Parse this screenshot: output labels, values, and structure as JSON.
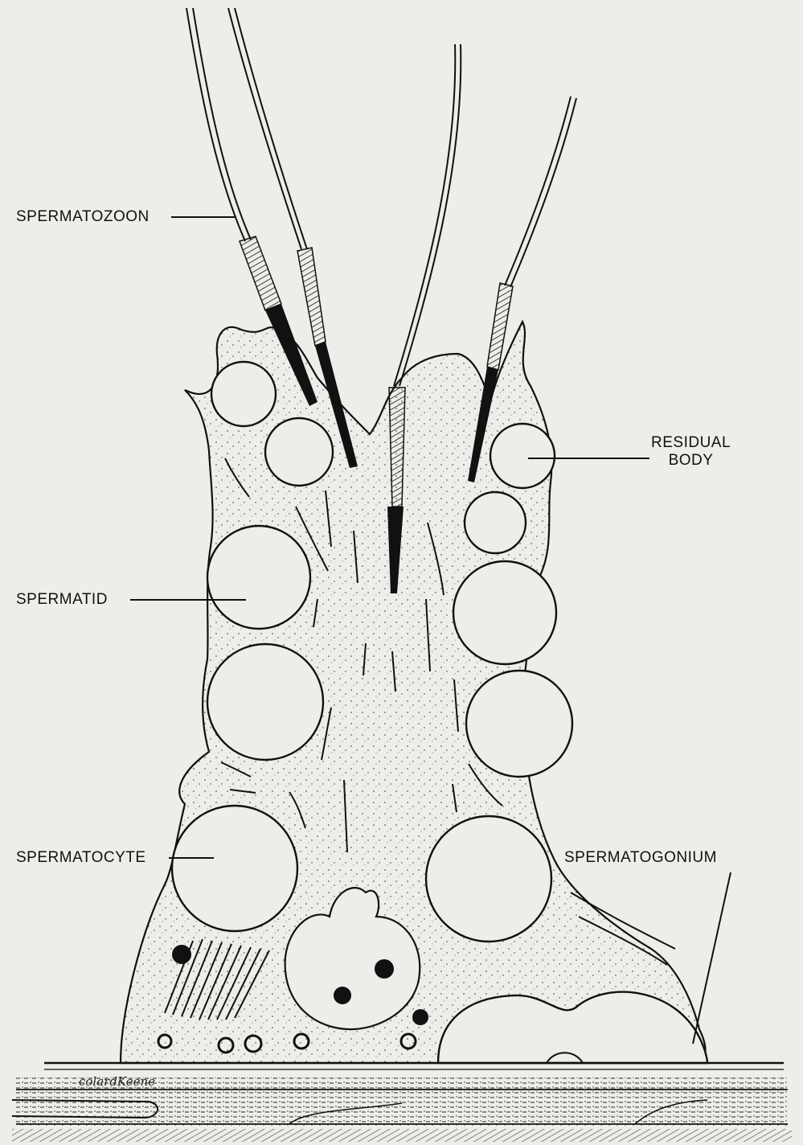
{
  "labels": {
    "spermatozoon": "SPERMATOZOON",
    "residual_body_line1": "RESIDUAL",
    "residual_body_line2": "BODY",
    "spermatid": "SPERMATID",
    "spermatocyte": "SPERMATOCYTE",
    "spermatogonium": "SPERMATOGONIUM"
  },
  "signature": "colardKeene"
}
